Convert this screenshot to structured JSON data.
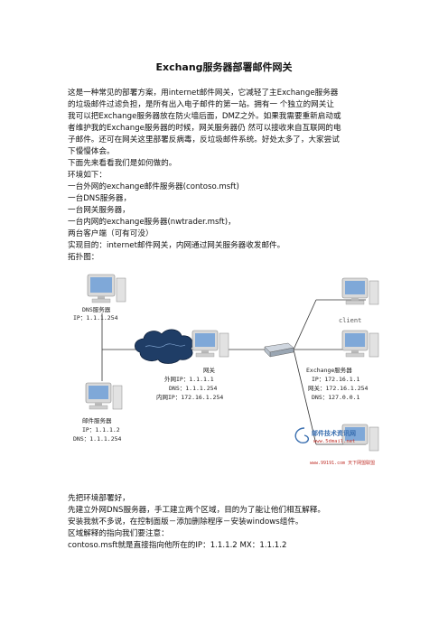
{
  "doc": {
    "title": "Exchang服务器部署邮件网关",
    "intro_lines": [
      "这是一种常见的部署方案，用internet邮件网关，它减轻了主Exchange服务器",
      "的垃圾邮件过滤负担，是所有出入电子邮件的第一站。拥有一 个独立的网关让",
      "我可以把Exchange服务器放在防火墙后面，DMZ之外。如果我需要重新启动或",
      "者维护我的Exchange服务器的时候，网关服务器仍 然可以接收来自互联网的电",
      "子邮件。还可在网关这里部署反病毒，反垃圾邮件系统。好处太多了，大家尝试",
      "下慢慢体会。",
      "下面先来看看我们是如何做的。",
      "环境如下：",
      "一台外网的exchange邮件服务器(contoso.msft)",
      "一台DNS服务器，",
      "一台网关服务器，",
      "一台内网的exchange服务器(nwtrader.msft)，",
      "两台客户端（可有可没）",
      "实现目的：internet邮件网关，内网通过网关服务器收发邮件。",
      "拓扑图："
    ],
    "outro_lines": [
      "先把环境部署好，",
      "先建立外网DNS服务器，手工建立两个区域，目的为了能让他们相互解释。",
      "安装我就不多说，在控制面版－添加删除程序－安装windows组件。",
      "区域解释的指向我们要注意：",
      "contoso.msft就是直接指向他所在的IP：1.1.1.2 MX：1.1.1.2"
    ]
  },
  "diagram": {
    "dns_server": [
      "DNS服务器",
      "IP：1.1.1.254"
    ],
    "mail_server": [
      "邮件服务器",
      "IP：1.1.1.2",
      "DNS：1.1.1.254"
    ],
    "gateway": [
      "网关",
      "外网IP：1.1.1.1",
      "DNS：1.1.1.254",
      "内网IP：172.16.1.254"
    ],
    "client": "client",
    "exchange": [
      "Exchange服务器",
      "IP：172.16.1.1",
      "网关：172.16.1.254",
      "DNS：127.0.0.1"
    ],
    "watermark_top": "邮件技术资讯网",
    "watermark_url": "www.5dmail.net",
    "watermark_bottom": "www.99191.com 天下网盟联盟"
  },
  "colors": {
    "line": "#333333",
    "cloud": "#1f3d66",
    "monitor_frame": "#d9d9d9",
    "screen": "#7fa8d8",
    "watermark": "#3a6fb0",
    "watermark_red": "#c0322b"
  }
}
